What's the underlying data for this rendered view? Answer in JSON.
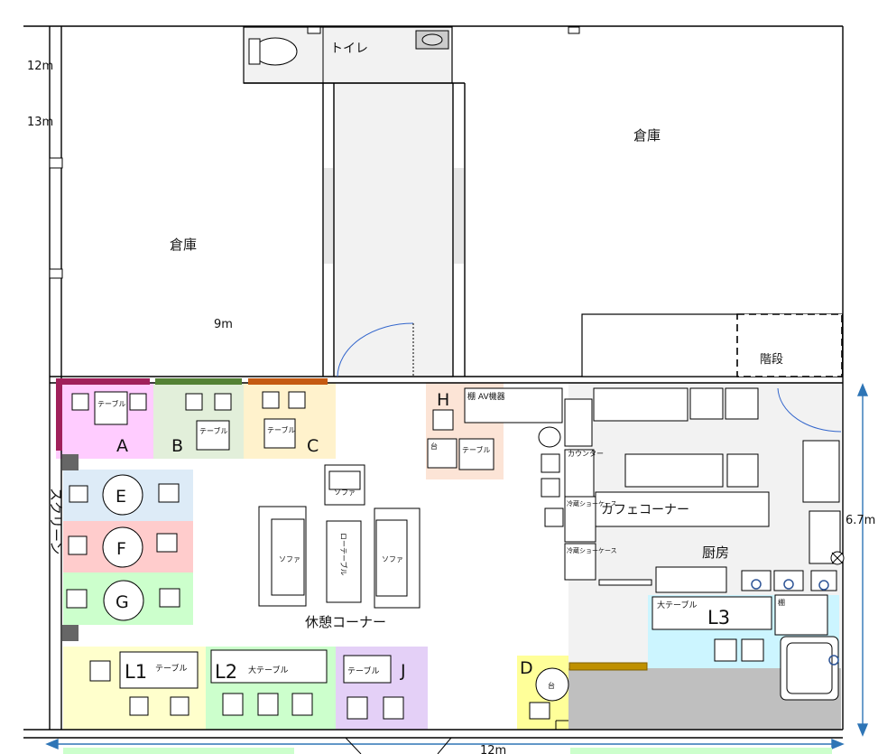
{
  "rooms": {
    "toilet": "トイレ",
    "storage_left": "倉庫",
    "storage_right": "倉庫",
    "stairs": "階段",
    "lounge": "休憩コーナー",
    "cafe": "カフェコーナー",
    "kitchen": "厨房",
    "screen": "スクリーン"
  },
  "dimensions": {
    "left_12m": "12m",
    "left_13m": "13m",
    "inner_9m": "9m",
    "right_6_7m": "6.7m",
    "bottom_12m": "12m"
  },
  "zones": {
    "A": {
      "label": "A",
      "table": "テーブル"
    },
    "B": {
      "label": "B",
      "table": "テーブル"
    },
    "C": {
      "label": "C",
      "table": "テーブル"
    },
    "D": {
      "label": "D",
      "stand": "台"
    },
    "E": {
      "label": "E"
    },
    "F": {
      "label": "F"
    },
    "G": {
      "label": "G"
    },
    "H": {
      "label": "H",
      "stand": "台",
      "table": "テーブル",
      "shelf": "棚 AV機器"
    },
    "J": {
      "label": "J",
      "table": "テーブル"
    },
    "L1": {
      "label": "L1",
      "table": "テーブル"
    },
    "L2": {
      "label": "L2",
      "table": "大テーブル"
    },
    "L3": {
      "label": "L3",
      "table": "大テーブル"
    }
  },
  "furniture": {
    "sofa": "ソファ",
    "low_table": "ローテーブル",
    "counter": "カウンター",
    "showcase": "冷蔵ショーケース",
    "shelf": "棚"
  },
  "colors": {
    "A": "#ffccff",
    "B": "#e2efda",
    "C": "#fff2cc",
    "E": "#ddebf7",
    "F": "#ffcccc",
    "G": "#ccffcc",
    "H": "#fce4d6",
    "J": "#e4d0f7",
    "L1": "#ffffcc",
    "L2": "#ccffcc",
    "L3": "#ccf5ff",
    "D": "#ffff99",
    "kitchen": "#f2f2f2",
    "gray_floor": "#bfbfbf"
  }
}
